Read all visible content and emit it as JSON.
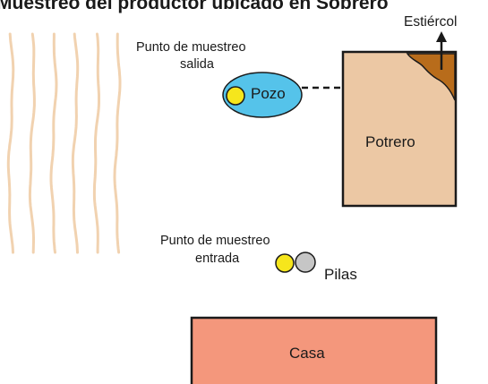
{
  "title": "Muestreo del productor ubicado en Sobrero",
  "labels": {
    "estiercol": "Estiércol",
    "punto_salida_line1": "Punto de muestreo",
    "punto_salida_line2": "salida",
    "pozo": "Pozo",
    "potrero": "Potrero",
    "punto_entrada_line1": "Punto de muestreo",
    "punto_entrada_line2": "entrada",
    "pilas": "Pilas",
    "casa": "Casa"
  },
  "colors": {
    "crop_rows": "#f1d2b0",
    "pozo_fill": "#55c3ea",
    "sample_point": "#f6e61c",
    "potrero_fill": "#ecc8a4",
    "manure_fill": "#b86c1b",
    "pila_gray": "#c6c6c6",
    "casa_fill": "#f4977c",
    "line": "#1a1a1a"
  },
  "icons": [
    "crop-rows",
    "up-arrow-icon",
    "sample-point-icon",
    "dashed-connector"
  ]
}
